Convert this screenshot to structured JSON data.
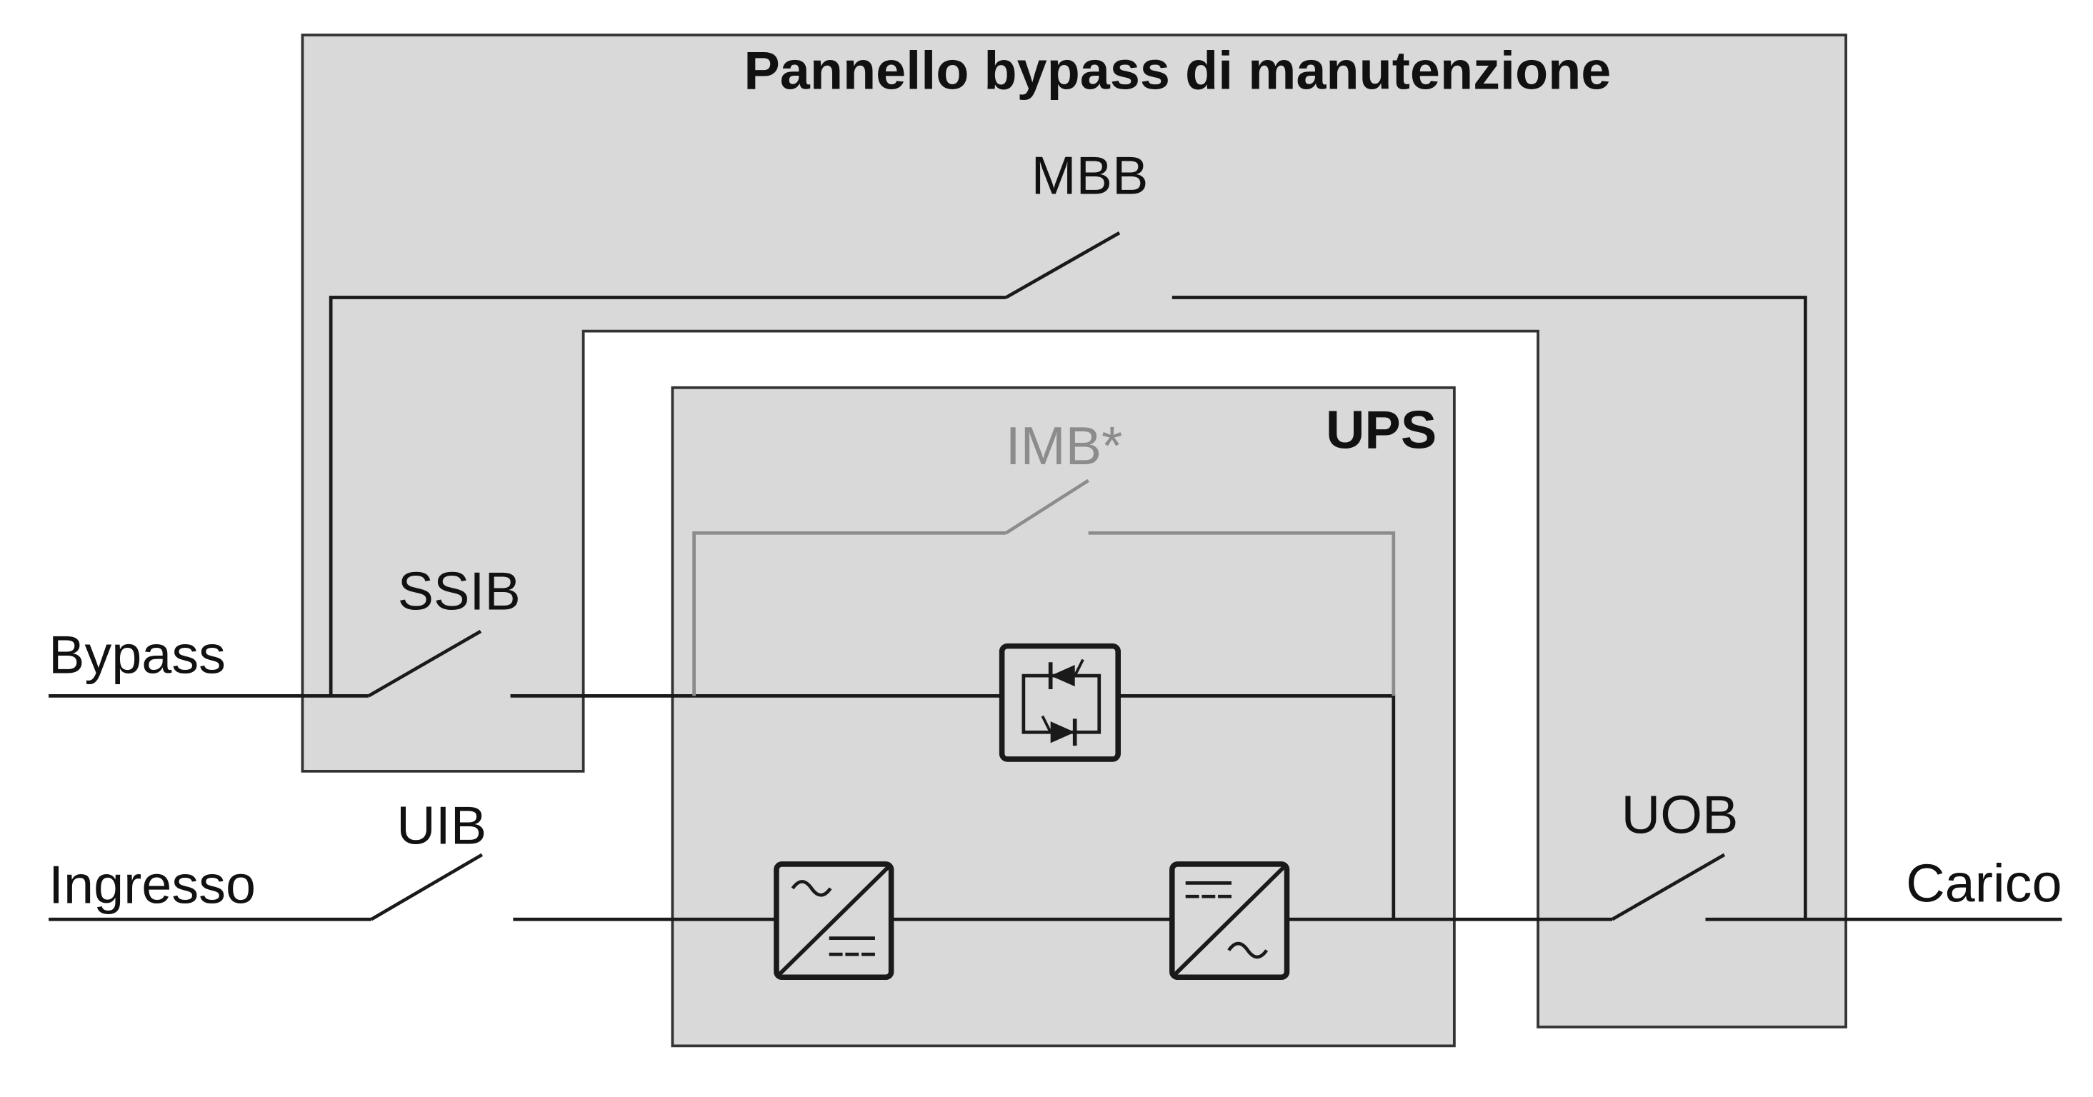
{
  "panel": {
    "title": "Pannello bypass di manutenzione"
  },
  "ups": {
    "title": "UPS"
  },
  "switches": {
    "mbb": "MBB",
    "imb": "IMB*",
    "ssib": "SSIB",
    "uib": "UIB",
    "uob": "UOB"
  },
  "terminals": {
    "bypass": "Bypass",
    "input": "Ingresso",
    "load": "Carico"
  },
  "colors": {
    "panel_fill": "#d9d9d9",
    "line": "#1a1a1a",
    "imb_gray": "#8c8c8c",
    "background": "#ffffff"
  }
}
